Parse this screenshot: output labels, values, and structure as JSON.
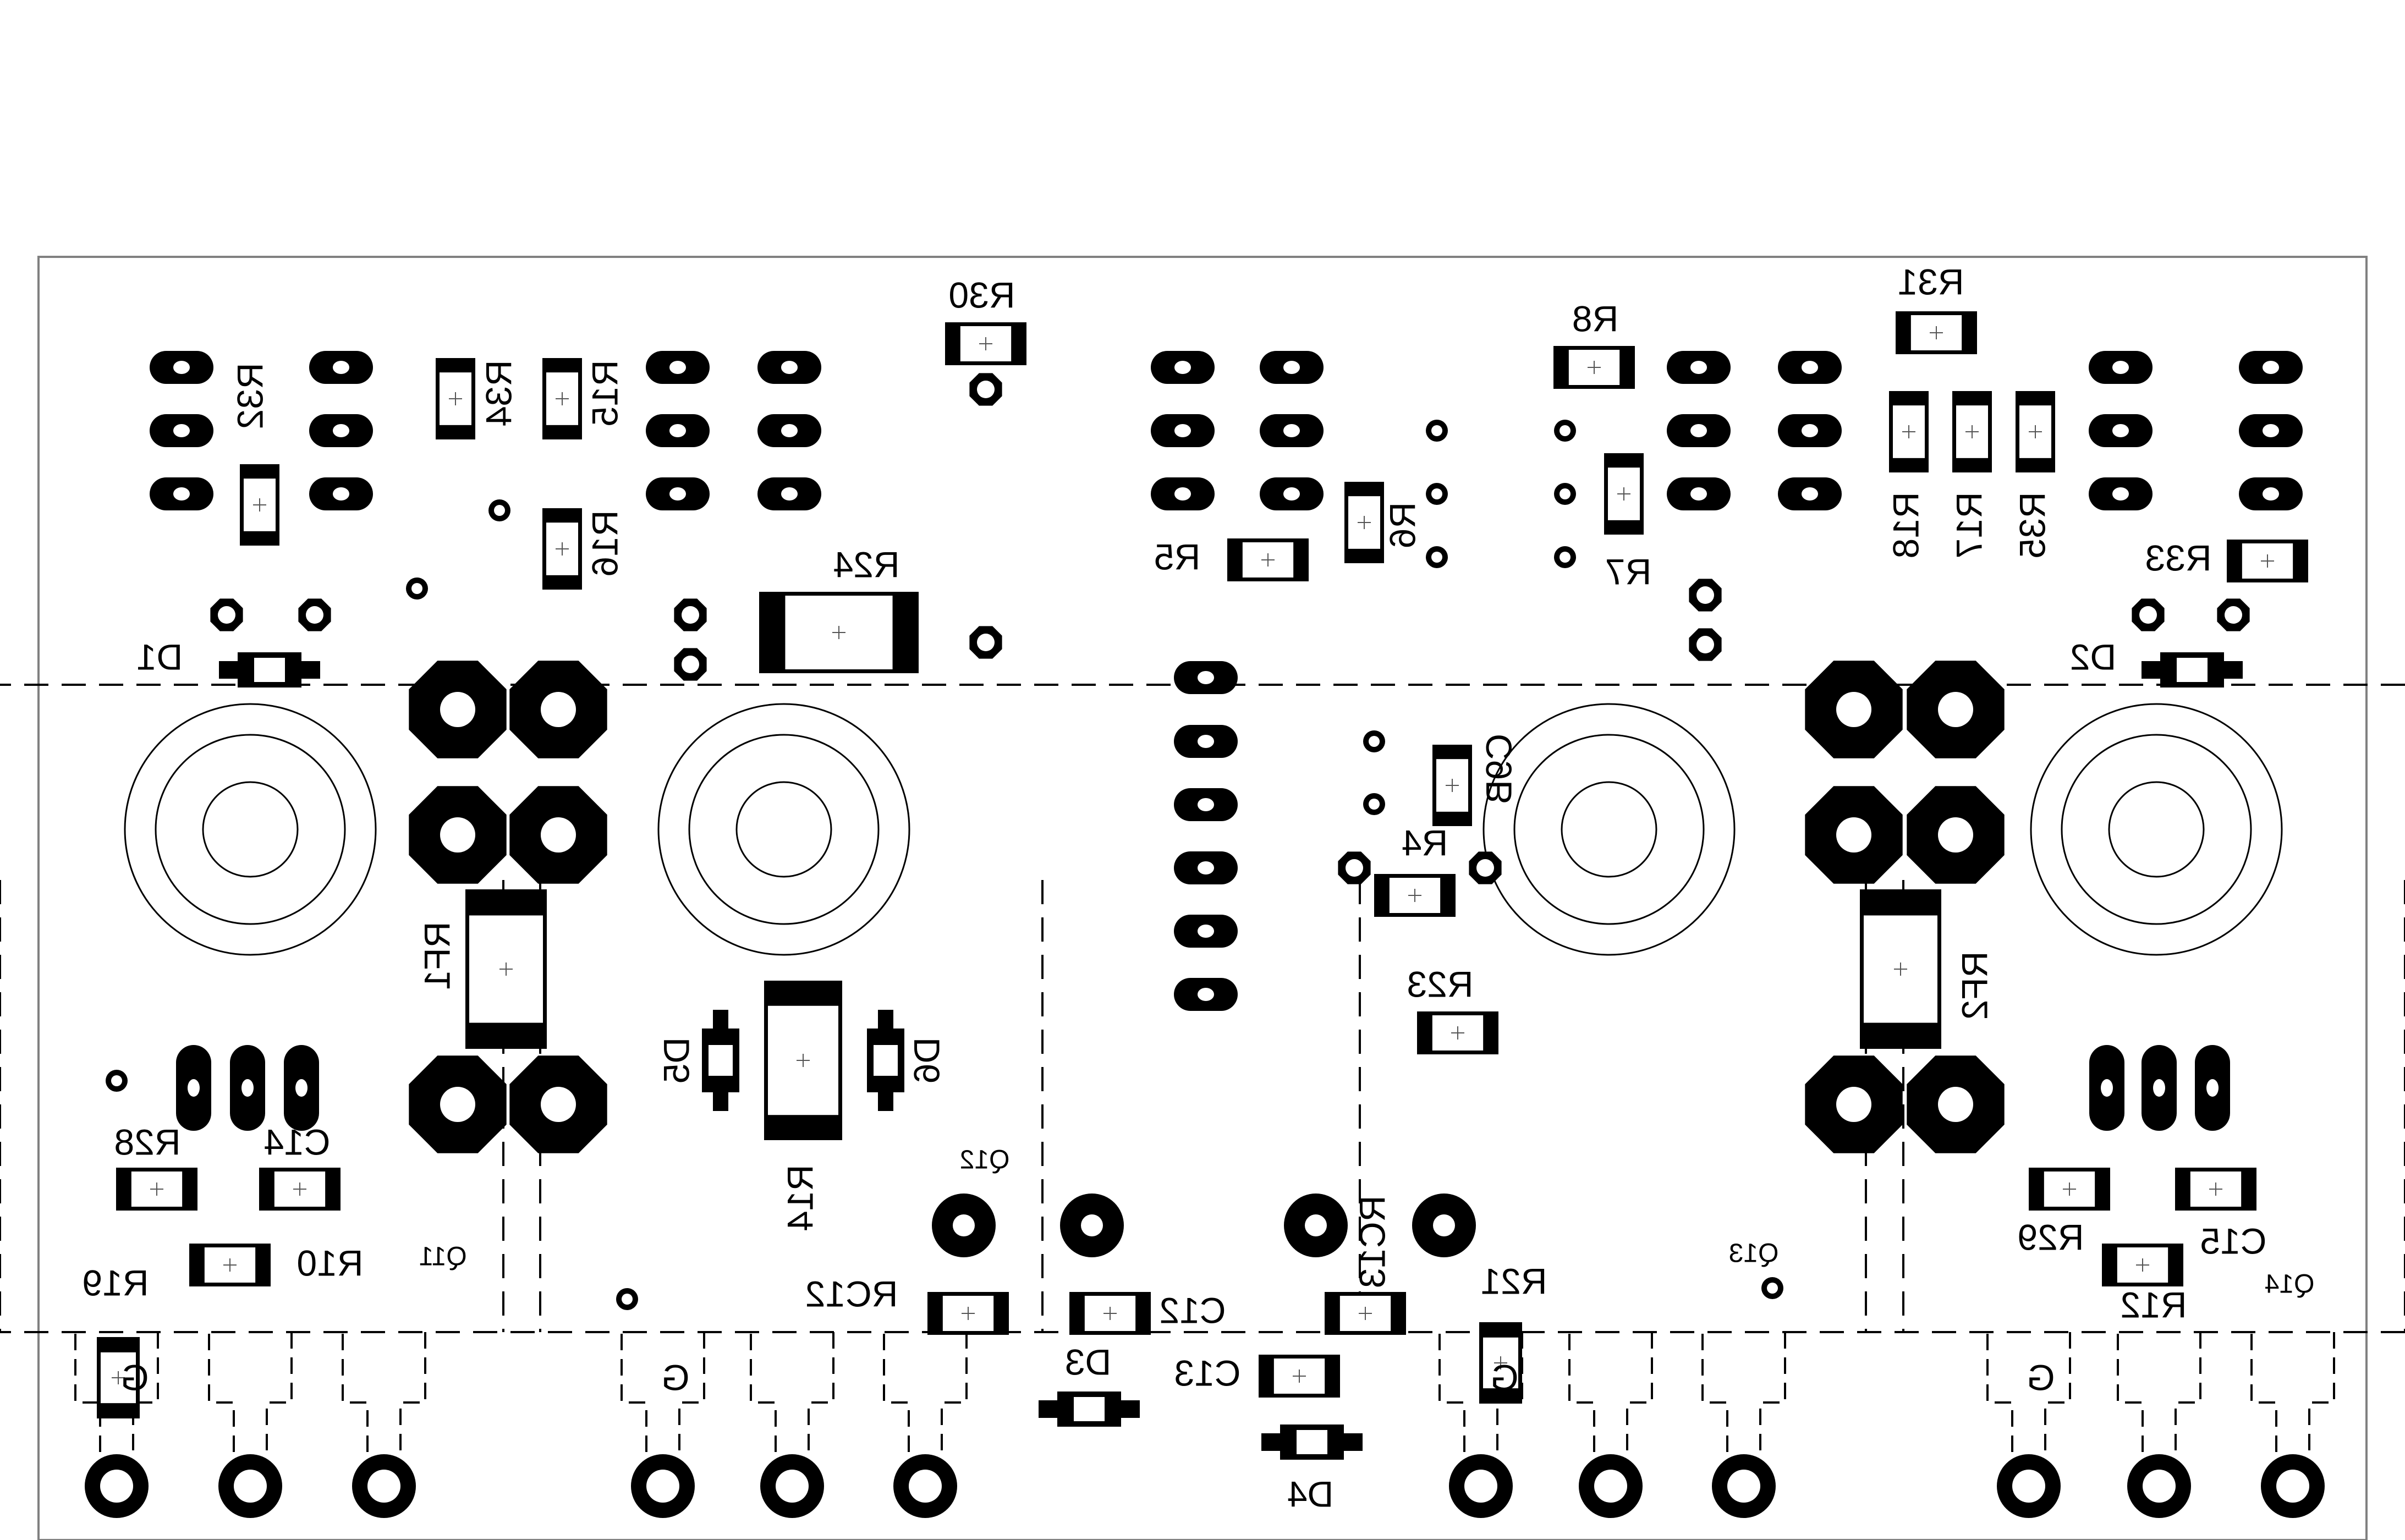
{
  "colors": {
    "ink": "#000000",
    "paper": "#ffffff",
    "outline": "#808080"
  },
  "mirrored": true,
  "labels": {
    "R30": "R30",
    "R31": "R31",
    "R8": "R8",
    "R32": "R32",
    "R34": "R34",
    "R15": "R15",
    "R16": "R16",
    "R24": "R24",
    "R5": "R5",
    "R6": "R6",
    "R7": "R7",
    "R18": "R18",
    "R17": "R17",
    "R35": "R35",
    "R33": "R33",
    "D1": "D1",
    "D2": "D2",
    "RF1": "RF1",
    "RF2": "RF2",
    "C9B": "C9B",
    "R4": "R4",
    "R23": "R23",
    "D5": "D5",
    "D6": "D6",
    "R14": "R14",
    "R28": "R28",
    "C14": "C14",
    "R10": "R10",
    "R19": "R19",
    "Q11": "Q11",
    "Q12": "Q12",
    "RC12": "RC12",
    "C12": "C12",
    "RC13": "RC13",
    "R21": "R21",
    "C13": "C13",
    "D3": "D3",
    "D4": "D4",
    "Q13": "Q13",
    "R29": "R29",
    "C15": "C15",
    "R12": "R12",
    "Q14": "Q14",
    "G1": "G",
    "G2": "G",
    "G3": "G",
    "G4": "G"
  }
}
